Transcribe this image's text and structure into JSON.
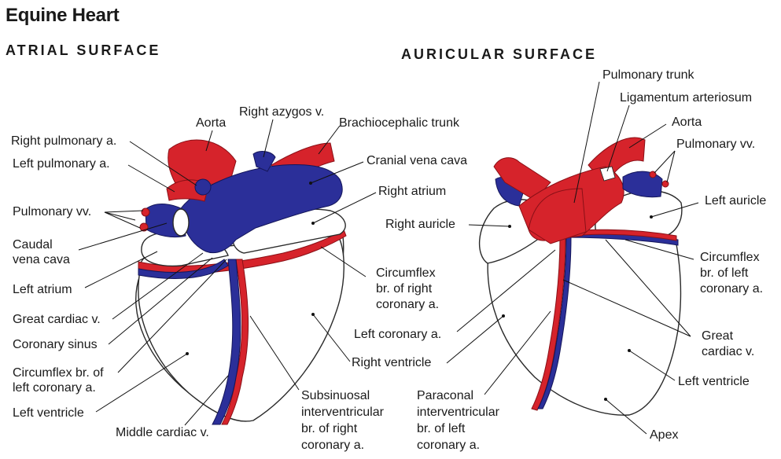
{
  "title": "Equine Heart",
  "atrial_surface": {
    "heading": "ATRIAL SURFACE",
    "labels": {
      "aorta": "Aorta",
      "right_azygos": "Right azygos v.",
      "brachiocephalic": "Brachiocephalic trunk",
      "right_pulmonary_a": "Right pulmonary a.",
      "left_pulmonary_a": "Left pulmonary a.",
      "cranial_vena_cava": "Cranial vena cava",
      "right_atrium": "Right atrium",
      "pulmonary_vv": "Pulmonary vv.",
      "caudal_vena_cava_1": "Caudal",
      "caudal_vena_cava_2": "vena cava",
      "left_atrium": "Left atrium",
      "great_cardiac": "Great cardiac v.",
      "coronary_sinus": "Coronary sinus",
      "circumflex_left_1": "Circumflex br. of",
      "circumflex_left_2": "left coronary a.",
      "left_ventricle": "Left ventricle",
      "middle_cardiac": "Middle cardiac v.",
      "subsinuosal_1": "Subsinuosal",
      "subsinuosal_2": "interventricular",
      "subsinuosal_3": "br. of right",
      "subsinuosal_4": "coronary a.",
      "circumflex_right_1": "Circumflex",
      "circumflex_right_2": "br. of right",
      "circumflex_right_3": "coronary a.",
      "right_ventricle": "Right ventricle"
    }
  },
  "auricular_surface": {
    "heading": "AURICULAR SURFACE",
    "labels": {
      "pulmonary_trunk": "Pulmonary trunk",
      "ligamentum": "Ligamentum arteriosum",
      "aorta": "Aorta",
      "pulmonary_vv": "Pulmonary vv.",
      "left_auricle": "Left auricle",
      "right_auricle": "Right auricle",
      "circumflex_left_1": "Circumflex",
      "circumflex_left_2": "br. of left",
      "circumflex_left_3": "coronary a.",
      "left_coronary": "Left coronary a.",
      "great_cardiac_1": "Great",
      "great_cardiac_2": "cardiac v.",
      "left_ventricle": "Left ventricle",
      "paraconal_1": "Paraconal",
      "paraconal_2": "interventricular",
      "paraconal_3": "br. of left",
      "paraconal_4": "coronary a.",
      "apex": "Apex"
    }
  },
  "colors": {
    "artery": "#d6232b",
    "vein": "#2b2f99"
  }
}
